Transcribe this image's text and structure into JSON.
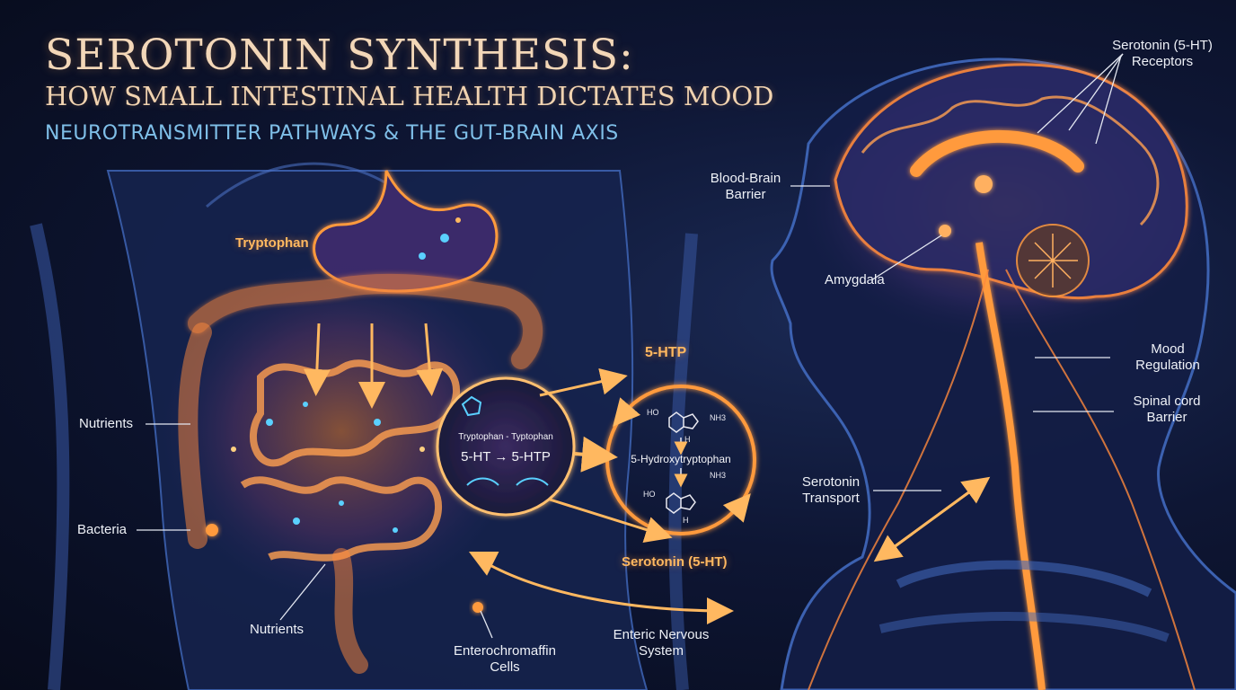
{
  "title": {
    "line1": "SEROTONIN SYNTHESIS:",
    "line2": "HOW SMALL INTESTINAL HEALTH DICTATES MOOD",
    "line3": "NEUROTRANSMITTER PATHWAYS & THE GUT-BRAIN AXIS"
  },
  "gut_labels": {
    "tryptophan": "Tryptophan",
    "nutrients_left": "Nutrients",
    "bacteria": "Bacteria",
    "nutrients_bottom": "Nutrients",
    "enterochromaffin_line1": "Enterochromaffin",
    "enterochromaffin_line2": "Cells"
  },
  "pathway": {
    "step_top": "5-HTP",
    "step_bottom": "Serotonin (5-HT)",
    "magnifier_line1": "Tryptophan - Typtophan",
    "magnifier_line2": "5-HT → 5-HTP",
    "center_label": "5-Hydroxytryptophan",
    "chem_ho_top": "HO",
    "chem_nh3_top": "NH3",
    "chem_h_top": "H",
    "chem_ho_bottom": "HO",
    "chem_nh3_bottom": "NH3",
    "chem_h_bottom": "H"
  },
  "axis_labels": {
    "enteric_line1": "Enteric Nervous",
    "enteric_line2": "System"
  },
  "brain_labels": {
    "receptors_line1": "Serotonin (5-HT)",
    "receptors_line2": "Receptors",
    "bbb_line1": "Blood-Brain",
    "bbb_line2": "Barrier",
    "amygdala": "Amygdala",
    "mood_line1": "Mood",
    "mood_line2": "Regulation",
    "spinal_line1": "Spinal cord",
    "spinal_line2": "Barrier",
    "transport_line1": "Serotonin",
    "transport_line2": "Transport"
  },
  "colors": {
    "background": "#0b1024",
    "title": "#f3d7b8",
    "subtitle": "#7fbfe8",
    "glow_orange": "#ff9a3c",
    "body_blue": "#3a5aa8",
    "label_text": "#eef1f7"
  }
}
